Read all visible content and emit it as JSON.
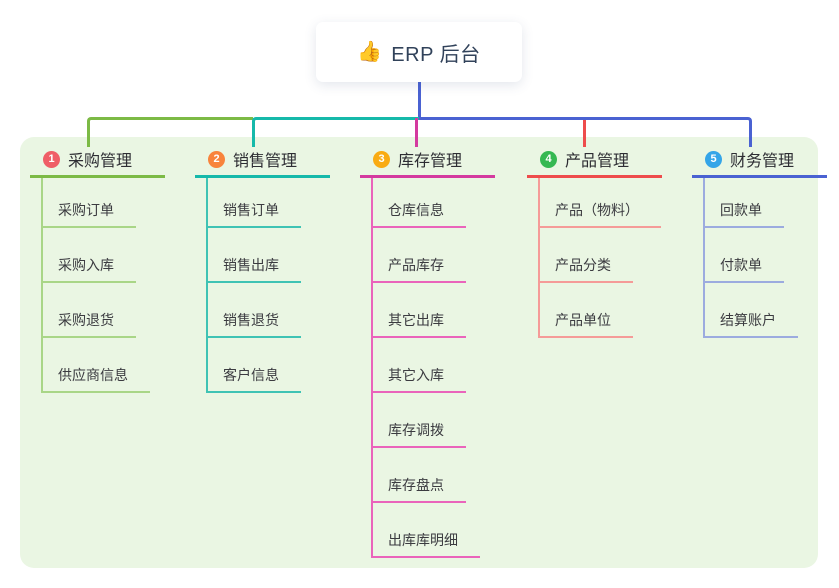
{
  "root": {
    "emoji": "👍",
    "label": "ERP 后台"
  },
  "canvas": {
    "background": "#ffffff",
    "panel_background": "#eaf6e3",
    "trunk_color": "#4a62d2"
  },
  "branches": [
    {
      "number": "1",
      "label": "采购管理",
      "badge_color": "#ef5e67",
      "line_color": "#7cba45",
      "sub_line_color": "#a9d687",
      "items": [
        "采购订单",
        "采购入库",
        "采购退货",
        "供应商信息"
      ]
    },
    {
      "number": "2",
      "label": "销售管理",
      "badge_color": "#f8843c",
      "line_color": "#16b9aa",
      "sub_line_color": "#3fc3b4",
      "items": [
        "销售订单",
        "销售出库",
        "销售退货",
        "客户信息"
      ]
    },
    {
      "number": "3",
      "label": "库存管理",
      "badge_color": "#f9ab13",
      "line_color": "#d43a9f",
      "sub_line_color": "#ea64bb",
      "items": [
        "仓库信息",
        "产品库存",
        "其它出库",
        "其它入库",
        "库存调拨",
        "库存盘点",
        "出库库明细"
      ]
    },
    {
      "number": "4",
      "label": "产品管理",
      "badge_color": "#35b852",
      "line_color": "#ee4c4c",
      "sub_line_color": "#f59b98",
      "items": [
        "产品（物料）",
        "产品分类",
        "产品单位"
      ]
    },
    {
      "number": "5",
      "label": "财务管理",
      "badge_color": "#34a5e8",
      "line_color": "#4a62d2",
      "sub_line_color": "#9cabdf",
      "items": [
        "回款单",
        "付款单",
        "结算账户"
      ]
    }
  ]
}
